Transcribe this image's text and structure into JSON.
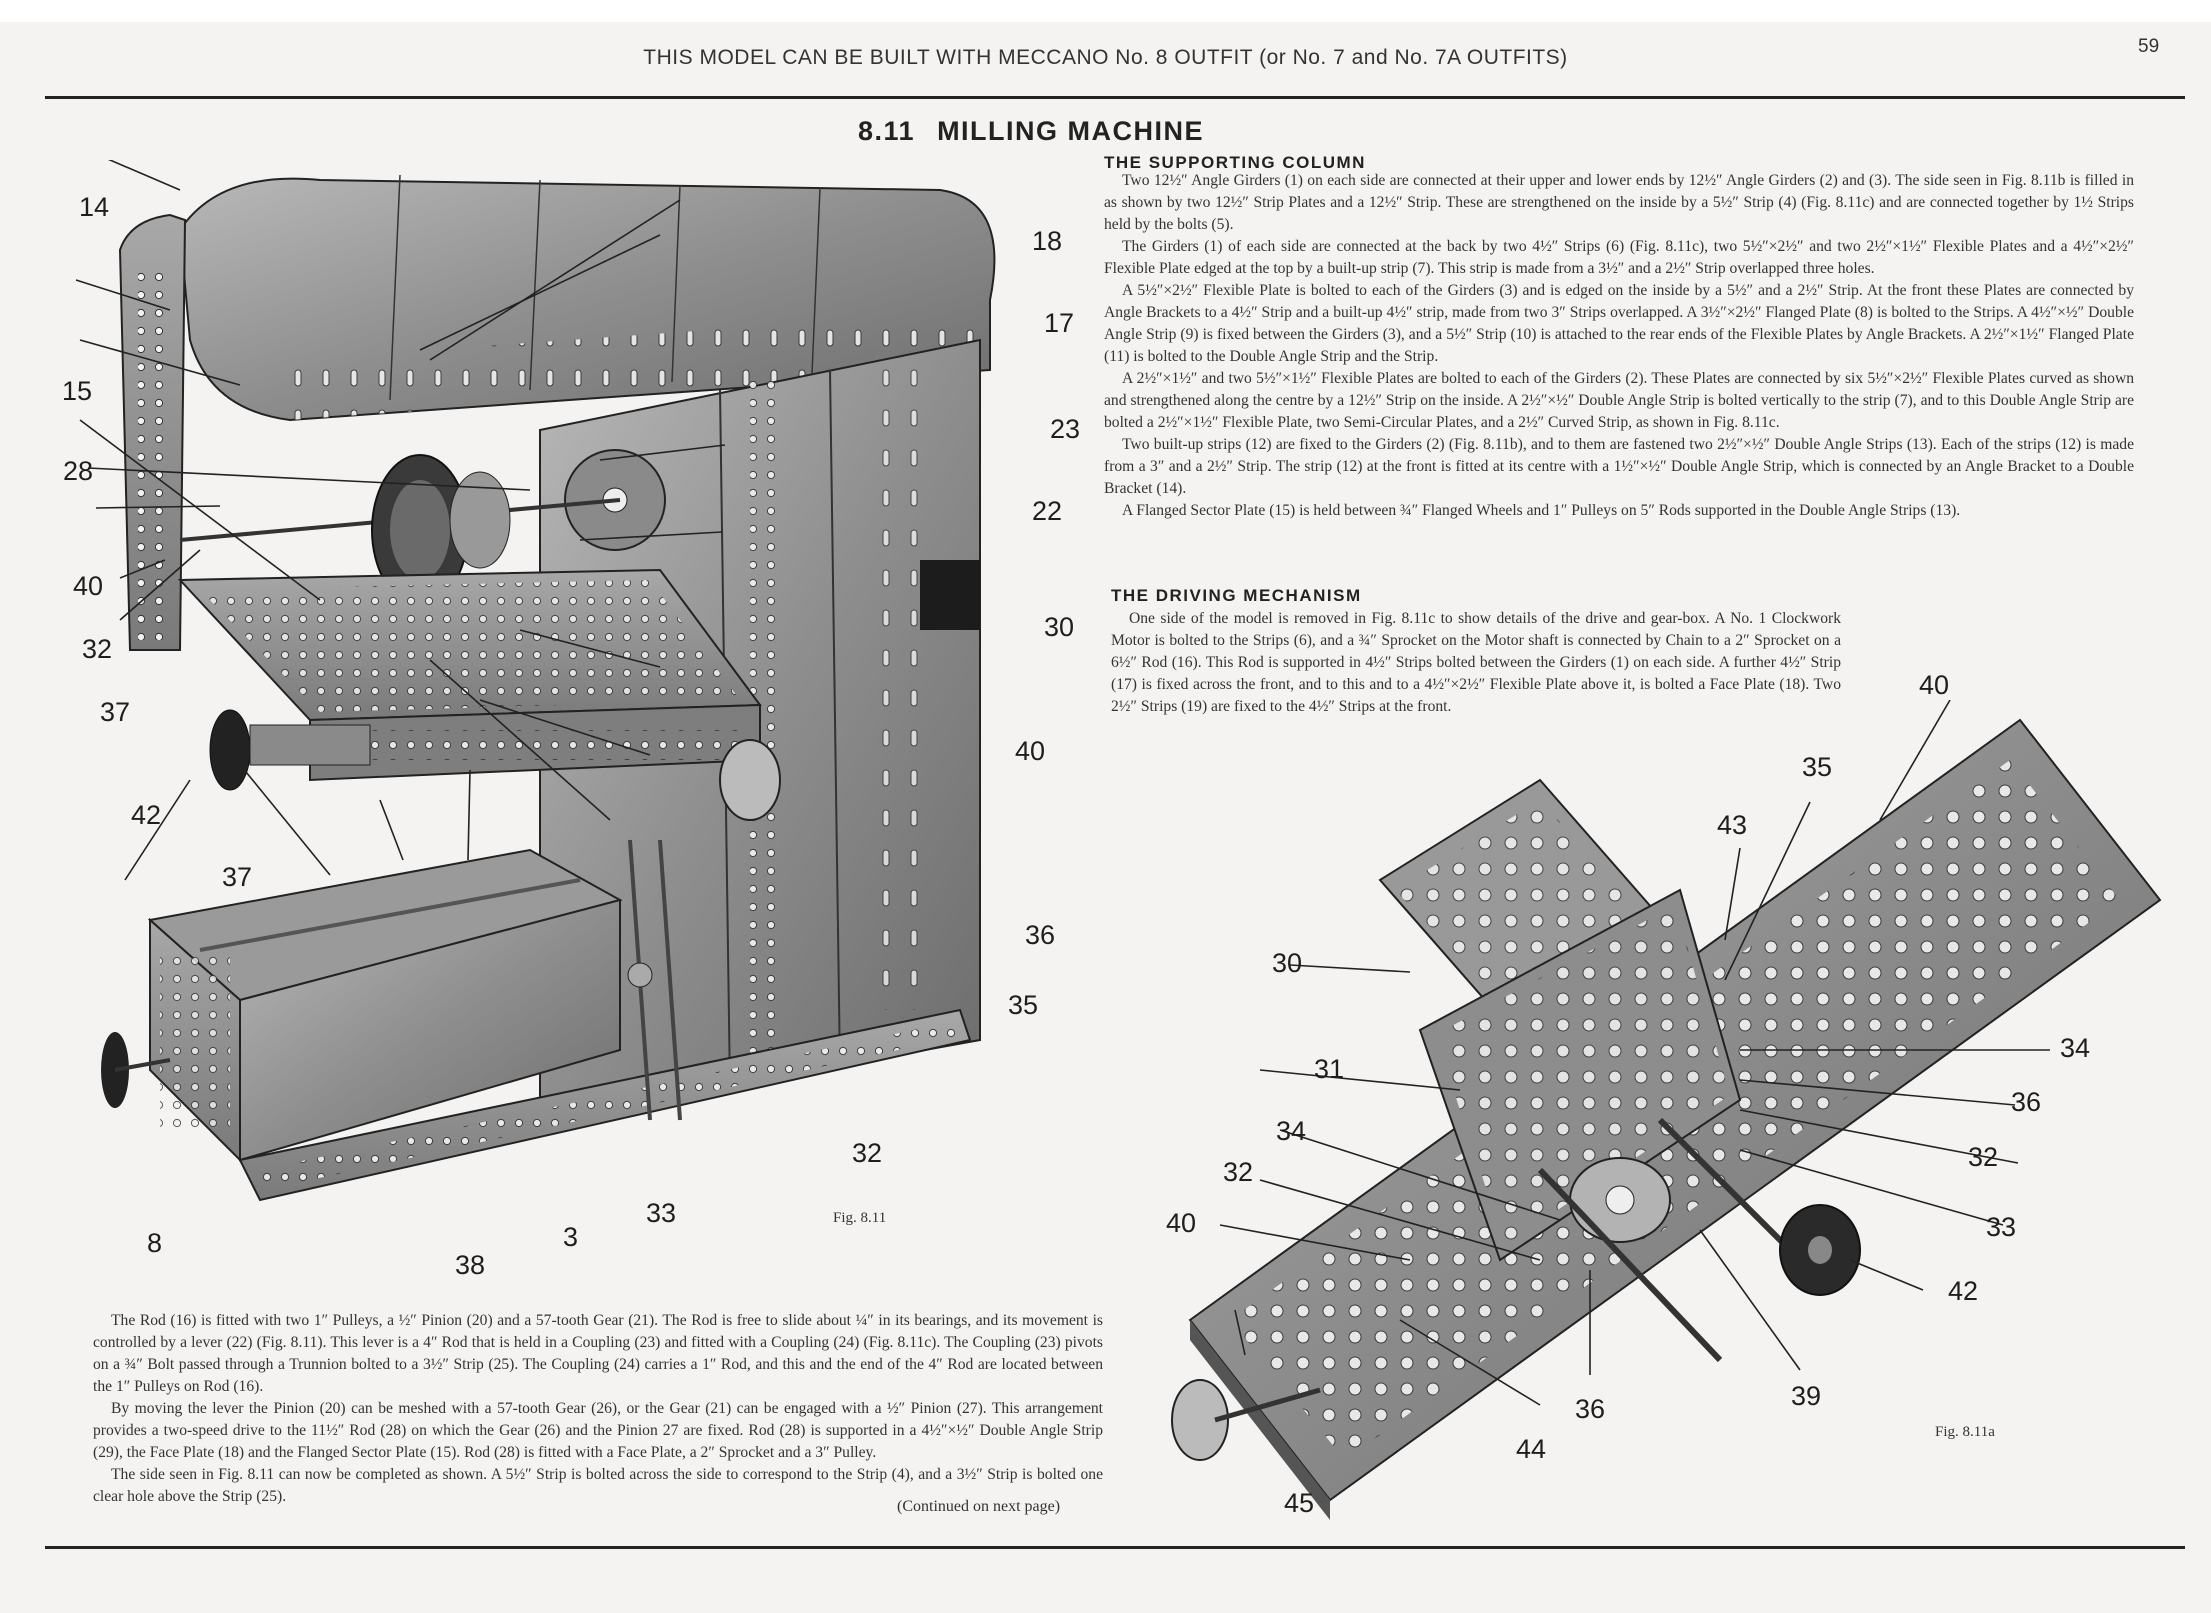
{
  "page": {
    "header": "THIS MODEL CAN BE BUILT WITH MECCANO No. 8 OUTFIT (or No. 7 and No. 7A OUTFITS)",
    "page_number": "59",
    "title_number": "8.11",
    "title": "MILLING MACHINE",
    "continued": "(Continued on next page)"
  },
  "sections": {
    "supporting_column": {
      "heading": "THE SUPPORTING COLUMN",
      "paragraphs": [
        "Two 12½″ Angle Girders (1) on each side are connected at their upper and lower ends by 12½″ Angle Girders (2) and (3). The side seen in Fig. 8.11b is filled in as shown by two 12½″ Strip Plates and a 12½″ Strip. These are strengthened on the inside by a 5½″ Strip (4) (Fig. 8.11c) and are connected together by 1½ Strips held by the bolts (5).",
        "The Girders (1) of each side are connected at the back by two 4½″ Strips (6) (Fig. 8.11c), two 5½″×2½″ and two 2½″×1½″ Flexible Plates and a 4½″×2½″ Flexible Plate edged at the top by a built-up strip (7). This strip is made from a 3½″ and a 2½″ Strip overlapped three holes.",
        "A 5½″×2½″ Flexible Plate is bolted to each of the Girders (3) and is edged on the inside by a 5½″ and a 2½″ Strip. At the front these Plates are connected by Angle Brackets to a 4½″ Strip and a built-up 4½″ strip, made from two 3″ Strips overlapped. A 3½″×2½″ Flanged Plate (8) is bolted to the Strips. A 4½″×½″ Double Angle Strip (9) is fixed between the Girders (3), and a 5½″ Strip (10) is attached to the rear ends of the Flexible Plates by Angle Brackets. A 2½″×1½″ Flanged Plate (11) is bolted to the Double Angle Strip and the Strip.",
        "A 2½″×1½″ and two 5½″×1½″ Flexible Plates are bolted to each of the Girders (2). These Plates are connected by six 5½″×2½″ Flexible Plates curved as shown and strengthened along the centre by a 12½″ Strip on the inside. A 2½″×½″ Double Angle Strip is bolted vertically to the strip (7), and to this Double Angle Strip are bolted a 2½″×1½″ Flexible Plate, two Semi-Circular Plates, and a 2½″ Curved Strip, as shown in Fig. 8.11c.",
        "Two built-up strips (12) are fixed to the Girders (2) (Fig. 8.11b), and to them are fastened two 2½″×½″ Double Angle Strips (13). Each of the strips (12) is made from a 3″ and a 2½″ Strip. The strip (12) at the front is fitted at its centre with a 1½″×½″ Double Angle Strip, which is connected by an Angle Bracket to a Double Bracket (14).",
        "A Flanged Sector Plate (15) is held between ¾″ Flanged Wheels and 1″ Pulleys on 5″ Rods supported in the Double Angle Strips (13)."
      ]
    },
    "driving_mechanism": {
      "heading": "THE DRIVING MECHANISM",
      "paragraphs": [
        "One side of the model is removed in Fig. 8.11c to show details of the drive and gear-box. A No. 1 Clockwork Motor is bolted to the Strips (6), and a ¾″ Sprocket on the Motor shaft is connected by Chain to a 2″ Sprocket on a 6½″ Rod (16). This Rod is supported in 4½″ Strips bolted between the Girders (1) on each side. A further 4½″ Strip (17) is fixed across the front, and to this and to a 4½″×2½″ Flexible Plate above it, is bolted a Face Plate (18). Two 2½″ Strips (19) are fixed to the 4½″ Strips at the front."
      ]
    },
    "rod_text": {
      "paragraphs": [
        "The Rod (16) is fitted with two 1″ Pulleys, a ½″ Pinion (20) and a 57-tooth Gear (21). The Rod is free to slide about ¼″ in its bearings, and its movement is controlled by a lever (22) (Fig. 8.11). This lever is a 4″ Rod that is held in a Coupling (23) and fitted with a Coupling (24) (Fig. 8.11c). The Coupling (23) pivots on a ¾″ Bolt passed through a Trunnion bolted to a 3½″ Strip (25). The Coupling (24) carries a 1″ Rod, and this and the end of the 4″ Rod are located between the 1″ Pulleys on Rod (16).",
        "By moving the lever the Pinion (20) can be meshed with a 57-tooth Gear (26), or the Gear (21) can be engaged with a ½″ Pinion (27). This arrangement provides a two-speed drive to the 11½″ Rod (28) on which the Gear (26) and the Pinion 27 are fixed. Rod (28) is supported in a 4½″×½″ Double Angle Strip (29), the Face Plate (18) and the Flanged Sector Plate (15). Rod (28) is fitted with a Face Plate, a 2″ Sprocket and a 3″ Pulley.",
        "The side seen in Fig. 8.11 can now be completed as shown. A 5½″ Strip is bolted across the side to correspond to the Strip (4), and a 3½″ Strip is bolted one clear hole above the Strip (25)."
      ]
    }
  },
  "figures": {
    "fig_main": {
      "caption": "Fig. 8.11",
      "callouts": [
        "14",
        "15",
        "28",
        "40",
        "32",
        "37",
        "42",
        "37",
        "8",
        "38",
        "3",
        "33",
        "32",
        "35",
        "36",
        "40",
        "30",
        "22",
        "23",
        "17",
        "18"
      ]
    },
    "fig_a": {
      "caption": "Fig. 8.11a",
      "callouts": [
        "40",
        "35",
        "43",
        "30",
        "31",
        "34",
        "32",
        "40",
        "45",
        "44",
        "36",
        "39",
        "42",
        "33",
        "32",
        "36",
        "34"
      ]
    }
  }
}
